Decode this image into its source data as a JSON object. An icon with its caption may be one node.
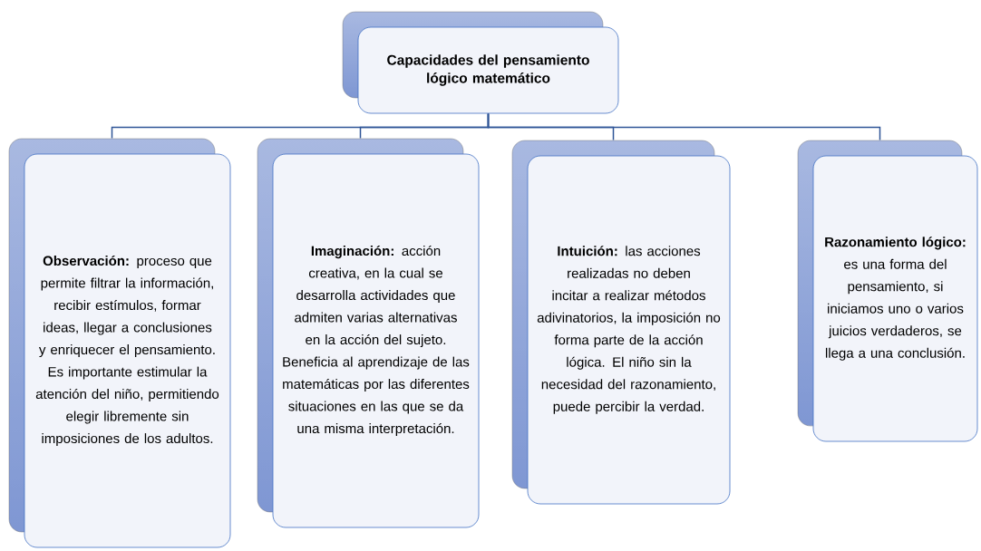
{
  "diagram": {
    "nodes": [
      {
        "text": [
          "Capacidades del pensamiento lógico matemático"
        ]
      },
      {
        "text": [
          "**Observación:** proceso que permite filtrar la información, recibir estímulos, formar ideas, llegar a conclusiones y enriquecer el pensamiento. Es importante estimular la atención del niño, permitiendo elegir libremente sin imposiciones de los adultos."
        ]
      },
      {
        "text": [
          "**Imaginación:** acción creativa, en la cual se desarrolla actividades que admiten varias alternativas en la acción del sujeto. Beneficia al aprendizaje de las matemáticas por las diferentes situaciones en las que se da una misma interpretación."
        ]
      },
      {
        "text": [
          "**Intuición:** las acciones realizadas no deben incitar a realizar métodos adivinatorios, la imposición no forma parte de la acción lógica. El niño sin la necesidad del razonamiento, puede percibir la verdad."
        ]
      },
      {
        "text": [
          "**Razonamiento lógico:** es una forma del pensamiento, si iniciamos uno o varios juicios verdaderos, se llega a una conclusión."
        ]
      }
    ],
    "edges": [
      {
        "from": 0,
        "to": 1,
        "arrow": "none"
      },
      {
        "from": 0,
        "to": 2,
        "arrow": "none"
      },
      {
        "from": 0,
        "to": 3,
        "arrow": "none"
      },
      {
        "from": 0,
        "to": 4,
        "arrow": "none"
      }
    ]
  }
}
